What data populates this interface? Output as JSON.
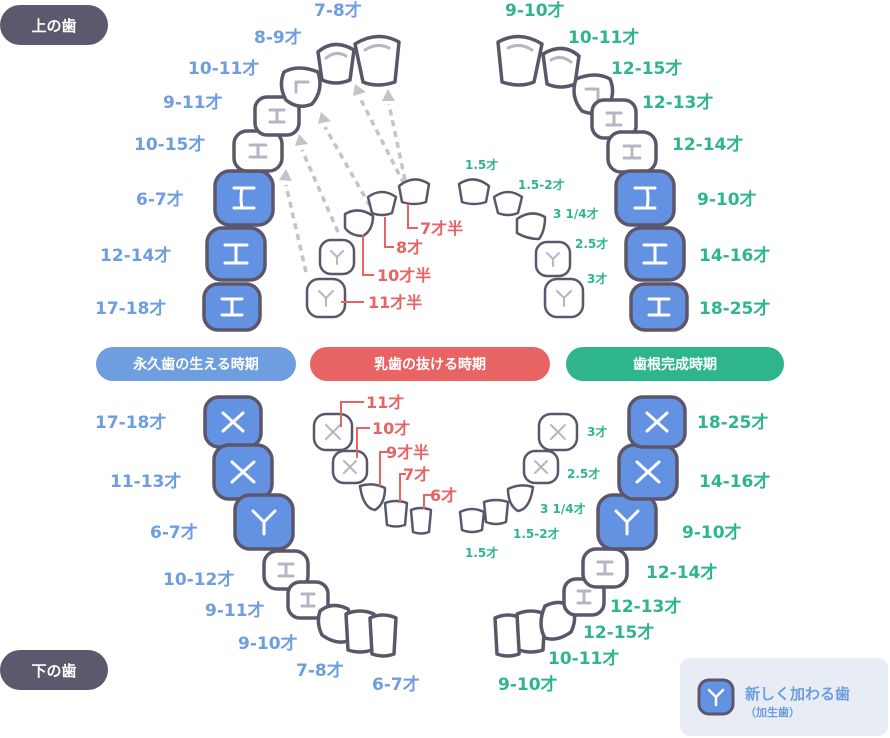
{
  "jaws": {
    "upper": "上の歯",
    "lower": "下の歯"
  },
  "legend_pills": {
    "permanent_eruption": "永久歯の生える時期",
    "baby_loss": "乳歯の抜ける時期",
    "root_completion": "歯根完成時期"
  },
  "upper": {
    "permanent_eruption_ages": [
      "7-8才",
      "8-9才",
      "10-11才",
      "9-11才",
      "10-15才",
      "6-7才",
      "12-14才",
      "17-18才"
    ],
    "root_completion_ages": [
      "9-10才",
      "10-11才",
      "12-15才",
      "12-13才",
      "12-14才",
      "9-10才",
      "14-16才",
      "18-25才"
    ],
    "baby_loss_ages": [
      "7才半",
      "8才",
      "10才半",
      "11才半"
    ],
    "baby_root_ages": [
      "1.5才",
      "1.5-2才",
      "3 1/4才",
      "2.5才",
      "3才"
    ]
  },
  "lower": {
    "permanent_eruption_ages": [
      "17-18才",
      "11-13才",
      "6-7才",
      "10-12才",
      "9-11才",
      "9-10才",
      "7-8才",
      "6-7才"
    ],
    "root_completion_ages": [
      "18-25才",
      "14-16才",
      "9-10才",
      "12-14才",
      "12-13才",
      "12-15才",
      "10-11才",
      "9-10才"
    ],
    "baby_loss_ages": [
      "11才",
      "10才",
      "9才半",
      "7才",
      "6才"
    ],
    "baby_root_ages": [
      "3才",
      "2.5才",
      "3 1/4才",
      "1.5-2才",
      "1.5才"
    ]
  },
  "added_teeth_legend": {
    "title": "新しく加わる歯",
    "subtitle": "（加生歯）"
  },
  "colors": {
    "permanent": "#6e9de0",
    "baby_loss": "#e86464",
    "root": "#2fb58e",
    "jaw_badge": "#5e586e",
    "added_tooth_fill": "#6492e3",
    "outline": "#5c566b"
  }
}
